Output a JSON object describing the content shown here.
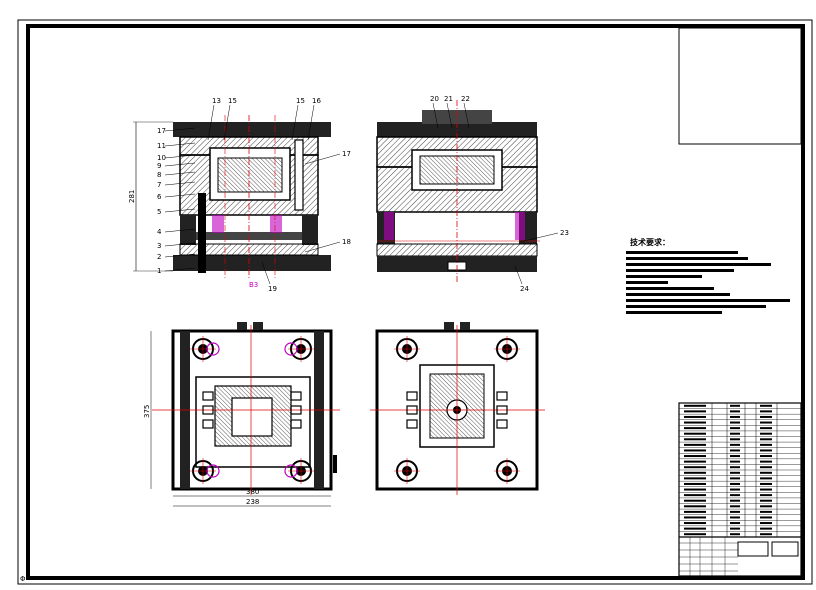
{
  "drawing": {
    "sheet_corner_mark": "Φ",
    "tech_requirements_title": "技术要求：",
    "section_view_left": {
      "part_labels_left": [
        "17",
        "11",
        "10",
        "9",
        "8",
        "7",
        "6",
        "5",
        "4",
        "3",
        "2",
        "1"
      ],
      "part_labels_top": [
        "13",
        "15",
        "15",
        "16"
      ],
      "part_labels_right": [
        "17",
        "18"
      ],
      "bottom_label": "19",
      "vertical_dimension": "281",
      "magenta_mark": "B3"
    },
    "section_view_right": {
      "part_labels_top": [
        "20",
        "21",
        "22"
      ],
      "part_labels_right": [
        "23",
        "24"
      ]
    },
    "plan_view_left": {
      "vertical_dimension": "375",
      "inner_width_dimension": "380",
      "outer_width_dimension": "238"
    }
  },
  "colors": {
    "ink": "#000000",
    "centerline": "#e00000",
    "accent": "#c000c0",
    "hatch": "#555555"
  }
}
